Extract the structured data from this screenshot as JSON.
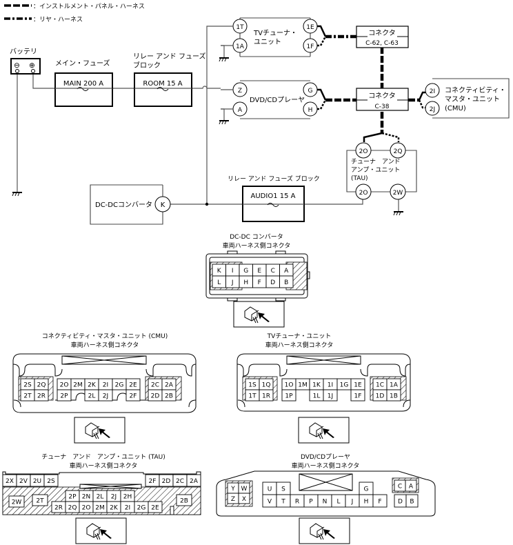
{
  "legend": {
    "instrument_panel_harness": "：インストルメント・パネル・ハーネス",
    "rear_harness": "：リヤ・ハーネス"
  },
  "components": {
    "battery": {
      "label": "バッテリ",
      "neg": "⊖",
      "pos": "⊕"
    },
    "main_fuse": {
      "caption": "メイン・フューズ",
      "name": "MAIN 200 A"
    },
    "relay_fuse_block_1": {
      "caption_line1": "リレー アンド フューズ",
      "caption_line2": "ブロック",
      "name": "ROOM 15 A"
    },
    "relay_fuse_block_2": {
      "caption": "リレー アンド フューズ ブロック",
      "name": "AUDIO1 15 A"
    },
    "dcdc_converter": {
      "label": "DC-DCコンバータ",
      "pin": "K"
    },
    "tv_tuner": {
      "label_line1": "TVチューナ・",
      "label_line2": "ユニット",
      "pins": [
        "1T",
        "1A",
        "1E",
        "1F"
      ]
    },
    "dvd_player": {
      "label": "DVD/CDプレーヤ",
      "pins": [
        "Z",
        "A",
        "G",
        "H"
      ]
    },
    "connector_c62": {
      "title": "コネクタ",
      "id": "C-62, C-63"
    },
    "connector_c38": {
      "title": "コネクタ",
      "id": "C-38"
    },
    "cmu": {
      "label_line1": "コネクティビティ・",
      "label_line2": "マスタ・ユニット",
      "label_line3": "(CMU)",
      "pins": [
        "2I",
        "2J"
      ]
    },
    "tau": {
      "label_line1": "チューナ　アンド",
      "label_line2": "アンプ・ユニット",
      "label_line3": "(TAU)",
      "pins": [
        "2O",
        "2Q",
        "2O",
        "2W"
      ]
    }
  },
  "connector_views": {
    "dcdc": {
      "title": "DC-DC コンバータ",
      "subtitle": "車両ハーネス側コネクタ",
      "row1": [
        "K",
        "I",
        "G",
        "E",
        "C",
        "A"
      ],
      "row2": [
        "L",
        "J",
        "H",
        "F",
        "D",
        "B"
      ]
    },
    "cmu": {
      "title": "コネクティビティ・マスタ・ユニット (CMU)",
      "subtitle": "車両ハーネス側コネクタ",
      "left_row1": [
        "2S",
        "2Q"
      ],
      "left_row2": [
        "2T",
        "2R"
      ],
      "mid_row1": [
        "2O",
        "2M",
        "2K",
        "2I",
        "2G",
        "2E"
      ],
      "mid_row2": [
        "2P",
        "2L",
        "2J",
        "2F"
      ],
      "right_row1": [
        "2C",
        "2A"
      ],
      "right_row2": [
        "2D",
        "2B"
      ]
    },
    "tv": {
      "title": "TVチューナ・ユニット",
      "subtitle": "車両ハーネス側コネクタ",
      "left_row1": [
        "1S",
        "1Q"
      ],
      "left_row2": [
        "1T",
        "1R"
      ],
      "mid_row1": [
        "1O",
        "1M",
        "1K",
        "1I",
        "1G",
        "1E"
      ],
      "mid_row2": [
        "1P",
        "1L",
        "1J",
        "1F"
      ],
      "right_row1": [
        "1C",
        "1A"
      ],
      "right_row2": [
        "1D",
        "1B"
      ]
    },
    "tau": {
      "title": "チューナ　アンド　アンプ・ユニット (TAU)",
      "subtitle": "車両ハーネス側コネクタ",
      "top_left": [
        "2X",
        "2V",
        "2U",
        "2S"
      ],
      "top_right": [
        "2F",
        "2D",
        "2C",
        "2A"
      ],
      "side_left": [
        "2W",
        "2T"
      ],
      "side_right": [
        "2B"
      ],
      "mid_row1": [
        "2P",
        "2N",
        "2L",
        "2J",
        "2H"
      ],
      "mid_row2": [
        "2R",
        "2Q",
        "2O",
        "2M",
        "2K",
        "2I",
        "2G",
        "2E"
      ]
    },
    "dvd": {
      "title": "DVD/CDプレーヤ",
      "subtitle": "車両ハーネス側コネクタ",
      "left_row1": [
        "Y",
        "W"
      ],
      "left_row2": [
        "Z",
        "X"
      ],
      "mid_row1": [
        "U",
        "S"
      ],
      "mid_g": "G",
      "mid_row2": [
        "V",
        "T",
        "R",
        "P",
        "N",
        "L",
        "J",
        "H",
        "F"
      ],
      "right_row1": [
        "C",
        "A"
      ],
      "right_row2": [
        "D",
        "B"
      ]
    }
  }
}
